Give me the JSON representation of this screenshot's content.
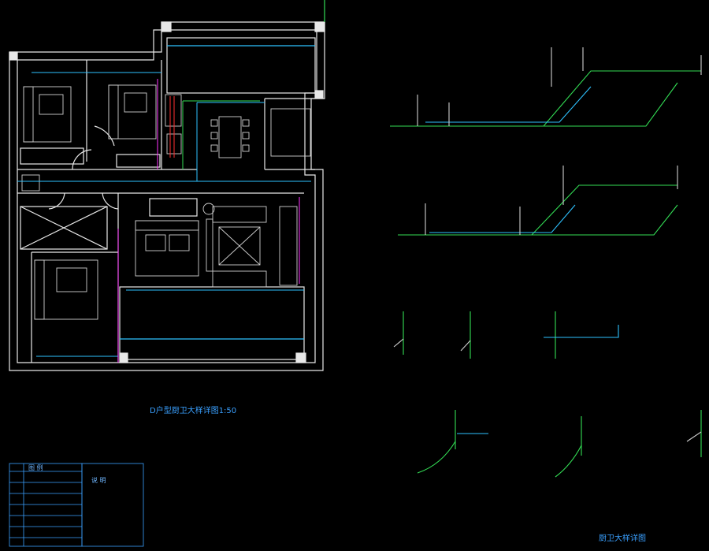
{
  "drawing": {
    "plan_title": "D户型厨卫大样详图1:50",
    "axon_title": "厨卫大样详图"
  },
  "legend": {
    "header": "图  例",
    "notes_title": "说  明"
  },
  "colors": {
    "background": "#000000",
    "wall": "#e8e8e8",
    "supply_pipe": "#2ec2ff",
    "hot_pipe": "#ff3030",
    "drain_pipe": "#33dd55",
    "magenta": "#ff33ff",
    "label": "#3aa0ff",
    "furniture": "#cfcfcf"
  }
}
